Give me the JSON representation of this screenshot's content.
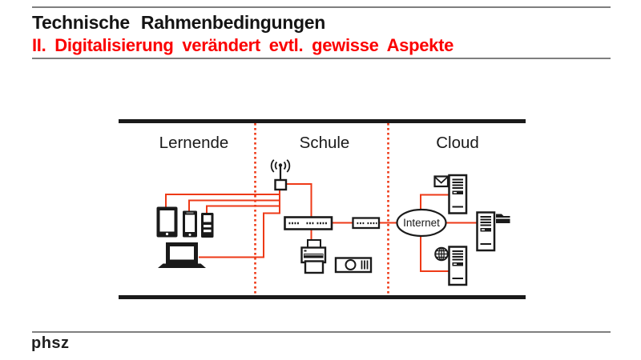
{
  "slide": {
    "title": "Technische Rahmenbedingungen",
    "subtitle": "II. Digitalisierung verändert evtl. gewisse Aspekte",
    "footer_logo": "phsz"
  },
  "colors": {
    "subtitle_red": "#fb0000",
    "connection_red": "#ee3a17",
    "frame_black": "#1a1a1a",
    "rule_gray": "#7f7f7f"
  },
  "diagram": {
    "zones": [
      {
        "label": "Lernende",
        "devices": [
          "tablet",
          "smartphone",
          "media-player",
          "laptop"
        ]
      },
      {
        "label": "Schule",
        "devices": [
          "wifi-access-point",
          "network-switch",
          "modem-router",
          "printer",
          "projector"
        ]
      },
      {
        "label": "Cloud",
        "devices": [
          "mail-server",
          "file-server",
          "web-server"
        ]
      }
    ],
    "internet_label": "Internet"
  }
}
